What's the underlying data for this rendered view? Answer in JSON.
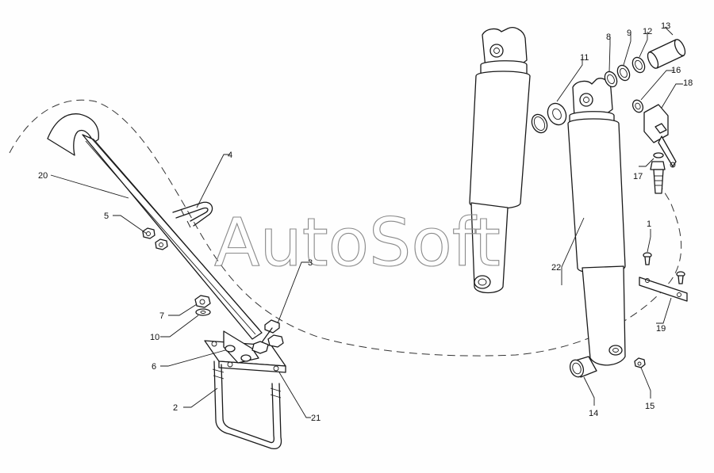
{
  "watermark": "AutoSoft",
  "callouts": {
    "c1": "1",
    "c2": "2",
    "c3": "3",
    "c4": "4",
    "c5": "5",
    "c6": "6",
    "c7": "7",
    "c8": "8",
    "c9": "9",
    "c10": "10",
    "c11": "11",
    "c12": "12",
    "c13": "13",
    "c14": "14",
    "c15": "15",
    "c16": "16",
    "c17": "17",
    "c18": "18",
    "c19": "19",
    "c20": "20",
    "c21": "21",
    "c22": "22"
  }
}
